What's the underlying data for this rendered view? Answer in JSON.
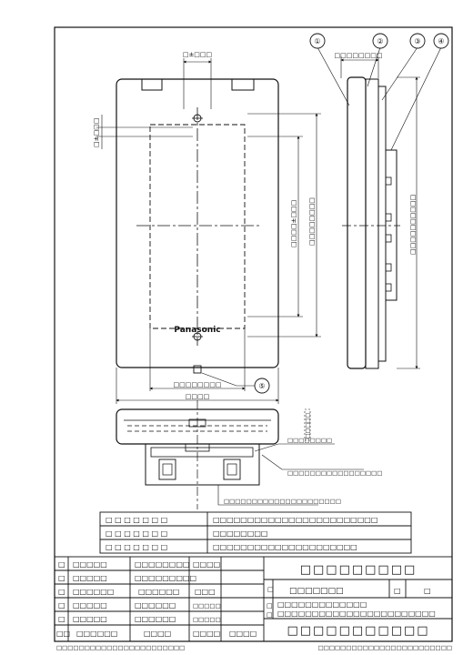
{
  "brand": "Panasonic",
  "callouts": {
    "c1": "①",
    "c2": "②",
    "c3": "③",
    "c4": "④",
    "c5": "⑤"
  },
  "dims": {
    "top_pitch": "□±□□□",
    "left_pitch": "□±□□□",
    "inner_height": "□□□□±□□□",
    "outer_height": "□□□□□□□□",
    "bottom_inner_width": "□□□□□□□□",
    "bottom_outer_width": "□□□□",
    "side_top_thickness": "□□□□□□□□",
    "side_height": "□□□□□□□□□□"
  },
  "notes": {
    "note1": "□□□□□□□□",
    "note2": "□□□□□□□□□□□□□□□□□",
    "note3": "□□□□□□□□□□□□□□□□□□□□□",
    "side_bumps": "□□□□□"
  },
  "parts_table": [
    {
      "label": "□ □ □ □ □ □ □",
      "text": "□□□□□□□□□□□□□□□□□□□□□□□□"
    },
    {
      "label": "□ □ □ □ □ □ □",
      "text": "□□□□□□□□"
    },
    {
      "label": "□ □ □ □ □ □ □",
      "text": "□□□□□□□□□□□□□□□□□□□□□"
    }
  ],
  "title_block": {
    "rows": [
      {
        "num": "□",
        "a": "□□□□□",
        "b": "□□□□□□□□",
        "c": "□□□□",
        "d": ""
      },
      {
        "num": "□",
        "a": "□□□□□",
        "b": "□□□□□□□□□",
        "c": "",
        "d": ""
      },
      {
        "num": "□",
        "a": "□□□□□□",
        "b": "□□□□□□",
        "c": "□□□",
        "d": ""
      },
      {
        "num": "□",
        "a": "□□□□□",
        "b": "□□□□□□",
        "c": "□□□□□",
        "d": ""
      },
      {
        "num": "□",
        "a": "□□□□□",
        "b": "□□□□□□",
        "c": "□□□□□",
        "d": ""
      },
      {
        "num": "□□",
        "a": "□□□□□□",
        "b": "□□□□",
        "c": "□□□□",
        "d": "□□□□"
      }
    ],
    "title_top": "□□□□□□□□□",
    "code_label": "□",
    "code_value": "□□□□□□□",
    "code_box1": "□",
    "code_box2": "□",
    "desc_label_1": "□",
    "desc_label_2": "□",
    "desc_line1": "□□□□□□□□□□□□□",
    "desc_line2": "□□□□□□□□□□□□□□□□□□□□□□□",
    "drawing_no": "□□□□□□□□□□□",
    "sub_c3": "□□□"
  },
  "footer": {
    "left": "□□□□□□□□□□□□□□□□□□□□□□□",
    "right": "□□□□□□□□□□□□□□□□□□□□□□□□"
  }
}
